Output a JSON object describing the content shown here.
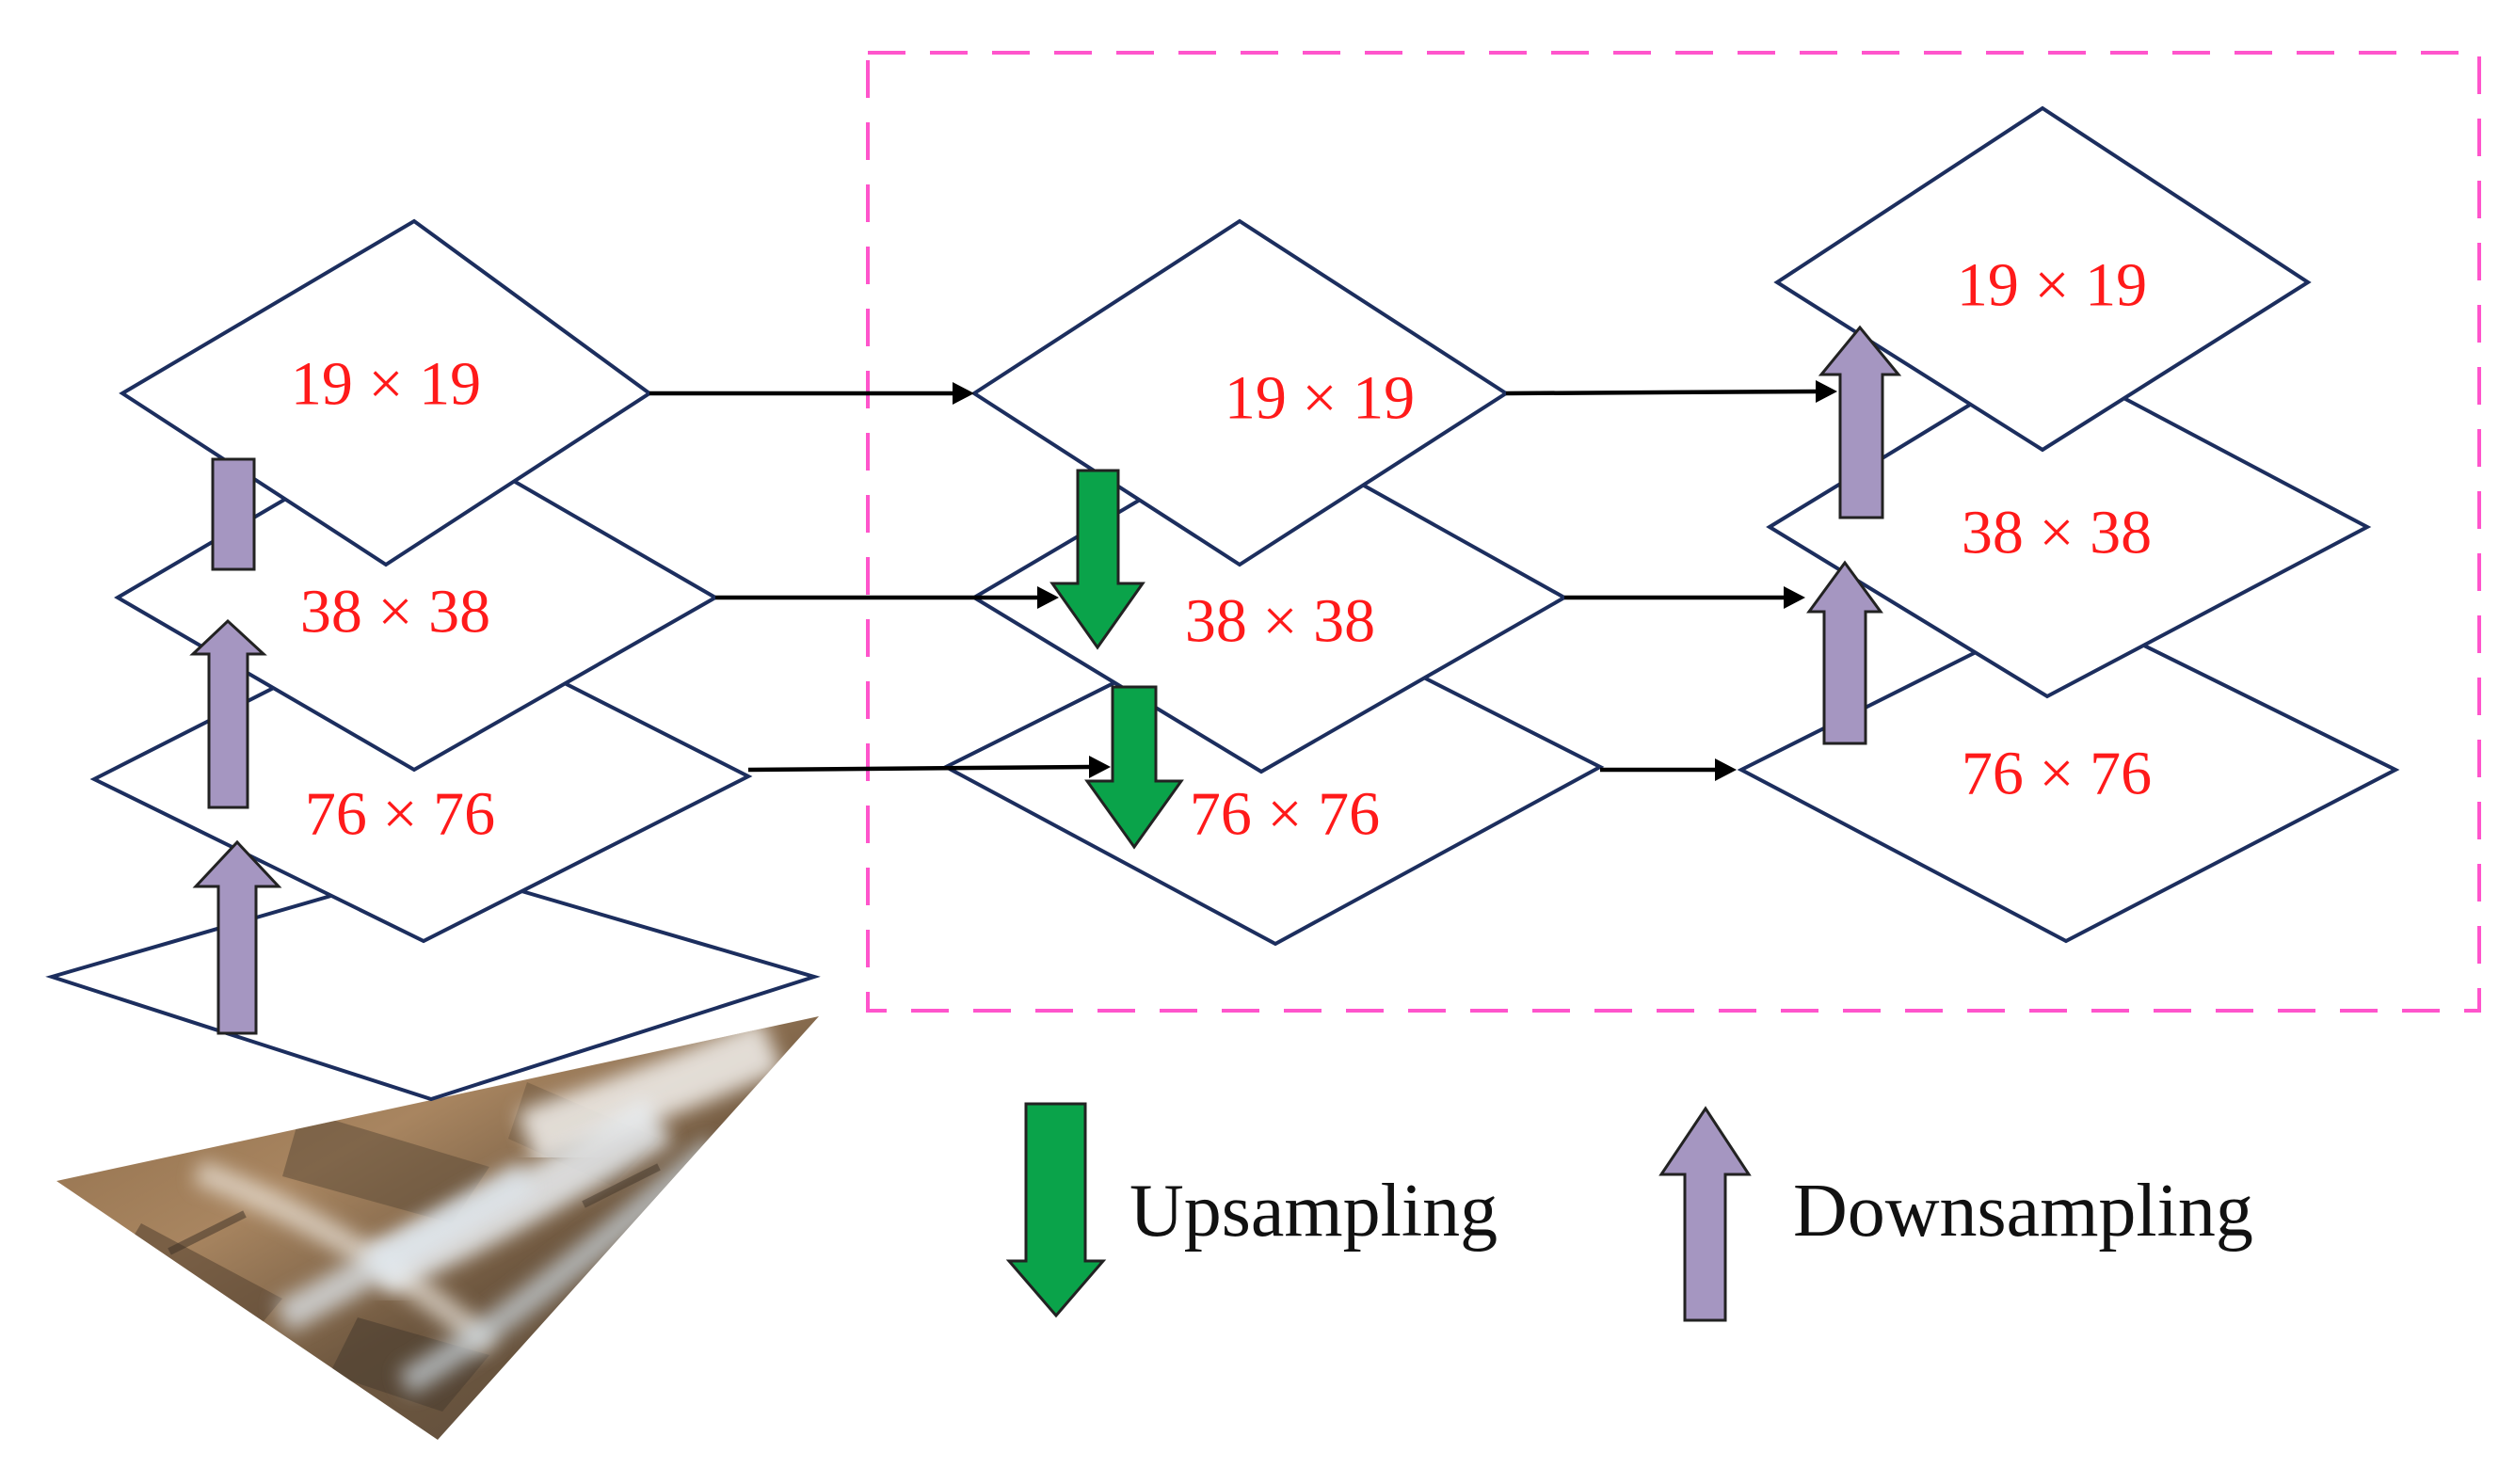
{
  "colors": {
    "plane_stroke": "#1c2e5e",
    "label_text": "#ff1a1a",
    "upsampling_arrow": "#0aa34a",
    "downsampling_arrow": "#a596c1",
    "neck_box": "#ff55cc",
    "connector": "#000000"
  },
  "planes": {
    "backbone": {
      "p19": "19 × 19",
      "p38": "38 × 38",
      "p76": "76 × 76"
    },
    "top_down": {
      "p19": "19 × 19",
      "p38": "38 × 38",
      "p76": "76 × 76"
    },
    "bottom_up": {
      "p19": "19 × 19",
      "p38": "38 × 38",
      "p76": "76 × 76"
    }
  },
  "legend": {
    "upsampling": "Upsampling",
    "downsampling": "Downsampling"
  },
  "icons": {
    "upsampling": "down-arrow-icon",
    "downsampling": "up-arrow-icon"
  }
}
